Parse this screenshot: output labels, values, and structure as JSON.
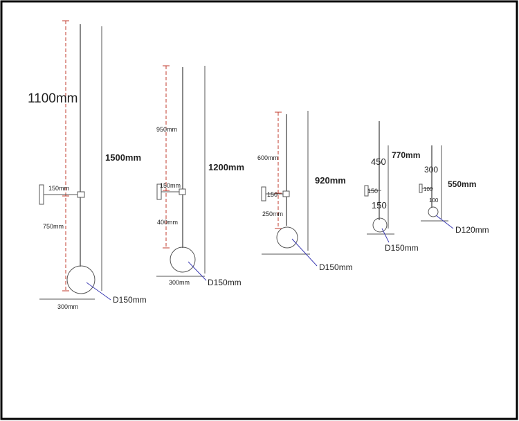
{
  "colors": {
    "frame": "#000000",
    "line": "#555555",
    "dimension": "#c0392b",
    "leader": "#3b3bb3",
    "text": "#222222"
  },
  "lamps": [
    {
      "id": "lamp-1500",
      "top_height": "1100mm",
      "total_height": "1500mm",
      "arm_label": "150mm",
      "lower_section": "750mm",
      "base_width": "300mm",
      "globe_diameter": "D150mm"
    },
    {
      "id": "lamp-1200",
      "top_height": "950mm",
      "total_height": "1200mm",
      "arm_label": "150mm",
      "lower_section": "400mm",
      "base_width": "300mm",
      "globe_diameter": "D150mm"
    },
    {
      "id": "lamp-920",
      "top_height": "600mm",
      "total_height": "920mm",
      "arm_label": "150",
      "lower_section": "250mm",
      "globe_diameter": "D150mm"
    },
    {
      "id": "lamp-770",
      "top_height": "450",
      "total_height": "770mm",
      "arm_label": "150",
      "lower_section": "150",
      "globe_diameter": "D150mm"
    },
    {
      "id": "lamp-550",
      "top_height": "300",
      "total_height": "550mm",
      "arm_label": "100",
      "lower_section": "100",
      "globe_diameter": "D120mm"
    }
  ]
}
